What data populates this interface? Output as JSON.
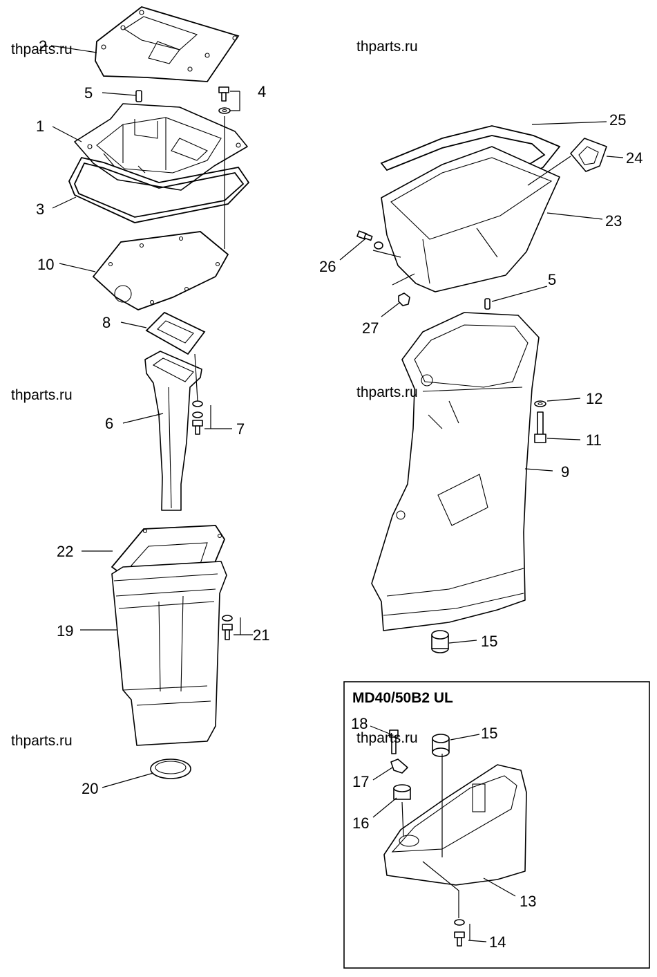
{
  "watermarks": [
    "thparts.ru",
    "thparts.ru",
    "thparts.ru",
    "thparts.ru",
    "thparts.ru",
    "thparts.ru"
  ],
  "callouts": {
    "c1": "1",
    "c2": "2",
    "c3": "3",
    "c4": "4",
    "c5a": "5",
    "c5b": "5",
    "c6": "6",
    "c7": "7",
    "c8": "8",
    "c9": "9",
    "c10": "10",
    "c11": "11",
    "c12": "12",
    "c13": "13",
    "c14": "14",
    "c15a": "15",
    "c15b": "15",
    "c16": "16",
    "c17": "17",
    "c18": "18",
    "c19": "19",
    "c20": "20",
    "c21": "21",
    "c22": "22",
    "c23": "23",
    "c24": "24",
    "c25": "25",
    "c26": "26",
    "c27": "27"
  },
  "inset": {
    "title": "MD40/50B2 UL"
  }
}
